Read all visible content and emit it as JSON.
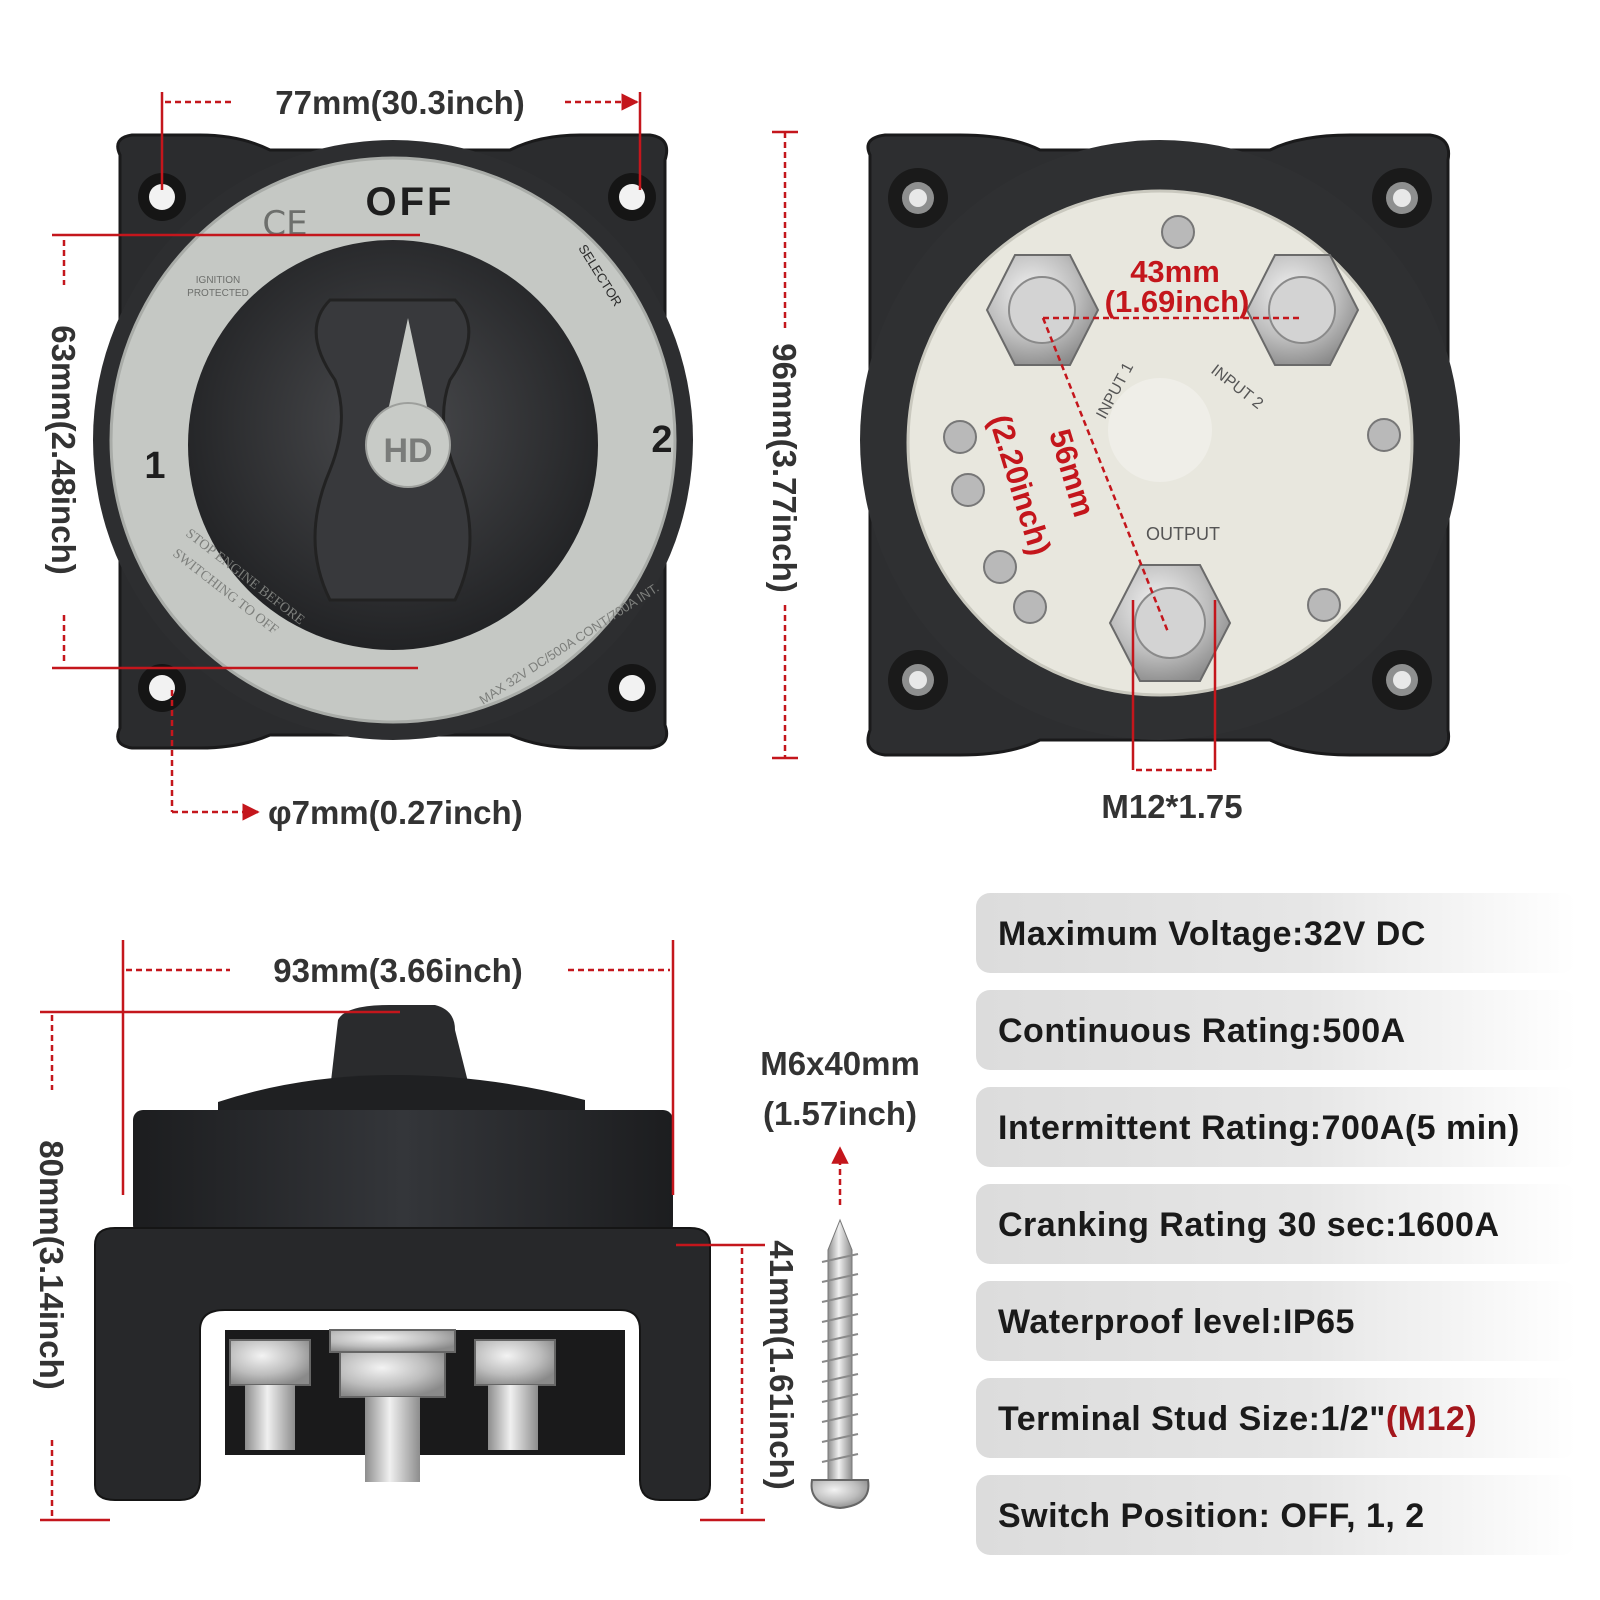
{
  "front_view": {
    "label_off": "OFF",
    "label_1": "1",
    "label_2": "2",
    "label_hd": "HD",
    "label_ce": "CE",
    "label_selector": "SELECTOR",
    "label_ignition": "IGNITION",
    "label_protected": "PROTECTED",
    "label_stop_1": "STOP ENGINE BEFORE",
    "label_stop_2": "SWITCHING TO OFF",
    "label_max": "MAX 32V DC/500A CONT/700A INT.",
    "dim_width": "77mm(30.3inch)",
    "dim_inner_height": "63mm(2.48inch)",
    "dim_hole": "φ7mm(0.27inch)",
    "dim_total_height": "96mm(3.77inch)"
  },
  "back_view": {
    "label_input1": "INPUT 1",
    "label_input2": "INPUT 2",
    "label_output": "OUTPUT",
    "dim_spacing": "43mm",
    "dim_spacing_in": "(1.69inch)",
    "dim_diag": "56mm",
    "dim_diag_in": "(2.20inch)",
    "dim_stud": "M12*1.75"
  },
  "side_view": {
    "dim_width": "93mm(3.66inch)",
    "dim_height": "80mm(3.14inch)",
    "dim_base": "41mm(1.61inch)"
  },
  "screw": {
    "label_size": "M6x40mm",
    "label_size_in": "(1.57inch)"
  },
  "specs": [
    {
      "text": "Maximum Voltage:32V DC"
    },
    {
      "text": "Continuous Rating:500A"
    },
    {
      "text": "Intermittent Rating:700A(5 min)"
    },
    {
      "text": "Cranking Rating 30 sec:1600A"
    },
    {
      "text": "Waterproof level:IP65"
    },
    {
      "text": "Terminal Stud Size:1/2\"",
      "highlight": "(M12)"
    },
    {
      "text": "Switch Position: OFF, 1, 2"
    }
  ],
  "colors": {
    "dimension_red": "#c4161c",
    "housing": "#2a2b2d",
    "ring": "#c9ccc8",
    "backplate": "#e9e8e0"
  }
}
